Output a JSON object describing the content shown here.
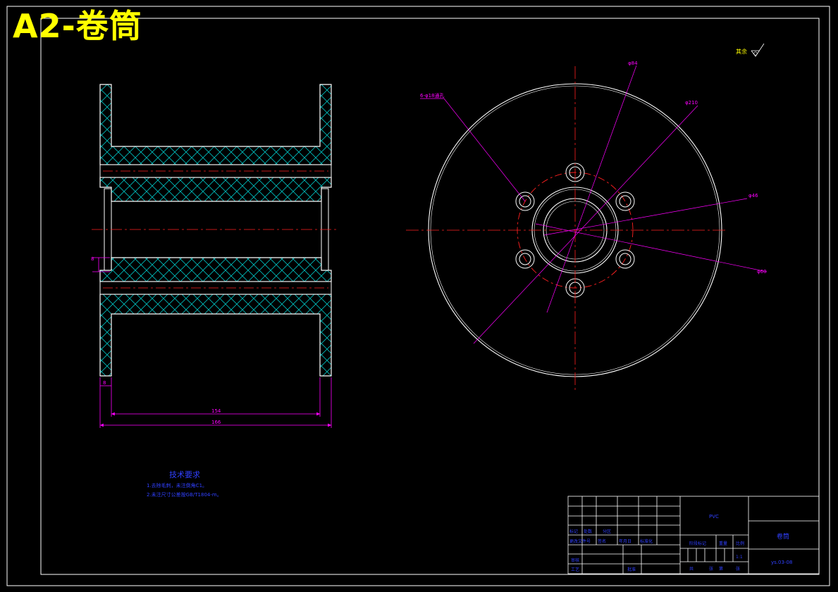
{
  "sheet_title": "A2-卷筒",
  "colors": {
    "background": "#000000",
    "outline": "#ffffff",
    "title": "#ffff00",
    "dimension": "#ff00ff",
    "centerline": "#ff0000",
    "hatch": "#00c0c0",
    "text_blue": "#3040ff"
  },
  "roughness_note": "其余",
  "dimensions": {
    "holes_note": "6-φ18通孔",
    "dia_84": "φ84",
    "dia_210": "φ210",
    "dia_46": "φ46",
    "dia_60": "φ60",
    "side_8": "8",
    "bottom_8": "8",
    "length_154": "154",
    "length_166": "166"
  },
  "tech_requirements": {
    "heading": "技术要求",
    "items": [
      "1.去除毛刺，未注倒角C1。",
      "2.未注尺寸公差按GB/T1804-m。"
    ]
  },
  "title_block": {
    "material": "PVC",
    "part_name": "卷筒",
    "drawing_no": "ys.03-08",
    "row_labels": [
      "标记",
      "处数",
      "分区",
      "更改文件号",
      "签名",
      "年月日"
    ],
    "design": "设计",
    "standardize": "标准化",
    "stage_label": "阶段标记",
    "weight": "重量",
    "scale": "比例",
    "scale_value": "1:1",
    "review": "审核",
    "process": "工艺",
    "approve": "批准",
    "sheet_total": "共",
    "sheet_word": "张",
    "sheet_no": "第",
    "sheet_word2": "张"
  }
}
